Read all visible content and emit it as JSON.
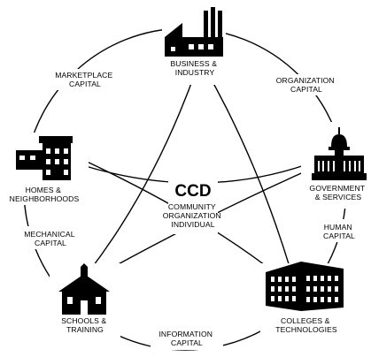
{
  "center": {
    "title": "CCD",
    "lines": [
      "COMMUNITY",
      "ORGANIZATION",
      "INDIVIDUAL"
    ]
  },
  "nodes": {
    "business": {
      "lines": [
        "BUSINESS &",
        "INDUSTRY"
      ],
      "icon": "factory-icon"
    },
    "government": {
      "lines": [
        "GOVERNMENT",
        "& SERVICES"
      ],
      "icon": "capitol-building-icon"
    },
    "colleges": {
      "lines": [
        "COLLEGES &",
        "TECHNOLOGIES"
      ],
      "icon": "college-building-icon"
    },
    "schools": {
      "lines": [
        "SCHOOLS &",
        "TRAINING"
      ],
      "icon": "schoolhouse-icon"
    },
    "homes": {
      "lines": [
        "HOMES &",
        "NEIGHBORHOODS"
      ],
      "icon": "house-icon"
    }
  },
  "capitals": {
    "marketplace": [
      "MARKETPLACE",
      "CAPITAL"
    ],
    "organization": [
      "ORGANIZATION",
      "CAPITAL"
    ],
    "human": [
      "HUMAN",
      "CAPITAL"
    ],
    "information": [
      "INFORMATION",
      "CAPITAL"
    ],
    "mechanical": [
      "MECHANICAL",
      "CAPITAL"
    ]
  }
}
